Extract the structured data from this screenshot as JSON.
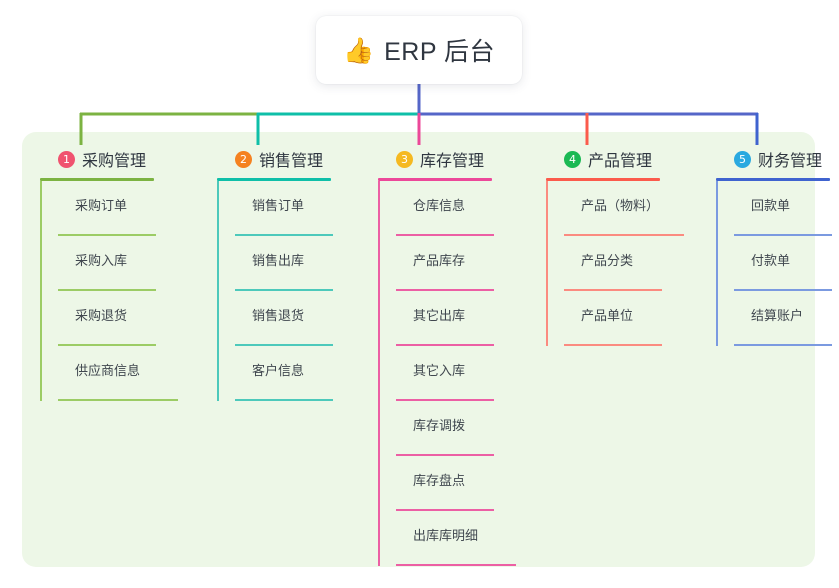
{
  "root": {
    "icon": "thumbs-up-icon",
    "emoji": "👍",
    "title": "ERP 后台"
  },
  "theme": {
    "page_background": "#ffffff",
    "panel_background": "#edf7e7",
    "card_background": "#ffffff",
    "title_text": "#2f3640",
    "item_text": "#40474f",
    "trunk_color": "#5566c8"
  },
  "columns": [
    {
      "number": "1",
      "title": "采购管理",
      "badge_color": "#f0536f",
      "line_color": "#7cb342",
      "item_line_color": "#9ccc65",
      "stub_color": "#7cb342",
      "items": [
        {
          "label": "采购订单"
        },
        {
          "label": "采购入库"
        },
        {
          "label": "采购退货"
        },
        {
          "label": "供应商信息"
        }
      ]
    },
    {
      "number": "2",
      "title": "销售管理",
      "badge_color": "#f58220",
      "line_color": "#0fbfa8",
      "item_line_color": "#4dc9bb",
      "stub_color": "#0fbfa8",
      "items": [
        {
          "label": "销售订单"
        },
        {
          "label": "销售出库"
        },
        {
          "label": "销售退货"
        },
        {
          "label": "客户信息"
        }
      ]
    },
    {
      "number": "3",
      "title": "库存管理",
      "badge_color": "#f5b921",
      "line_color": "#ec4899",
      "item_line_color": "#ec5fa4",
      "stub_color": "#ec4899",
      "items": [
        {
          "label": "仓库信息"
        },
        {
          "label": "产品库存"
        },
        {
          "label": "其它出库"
        },
        {
          "label": "其它入库"
        },
        {
          "label": "库存调拨"
        },
        {
          "label": "库存盘点"
        },
        {
          "label": "出库库明细"
        }
      ]
    },
    {
      "number": "4",
      "title": "产品管理",
      "badge_color": "#1bb954",
      "line_color": "#fb5b4c",
      "item_line_color": "#fb8b80",
      "stub_color": "#fb5b4c",
      "items": [
        {
          "label": "产品（物料）"
        },
        {
          "label": "产品分类"
        },
        {
          "label": "产品单位"
        }
      ]
    },
    {
      "number": "5",
      "title": "财务管理",
      "badge_color": "#2aa9e0",
      "line_color": "#3f63cf",
      "item_line_color": "#7b9ae0",
      "stub_color": "#3f63cf",
      "items": [
        {
          "label": "回款单"
        },
        {
          "label": "付款单"
        },
        {
          "label": "结算账户"
        }
      ]
    }
  ],
  "connector": {
    "segments": [
      {
        "name": "green-segment",
        "color": "#7cb342"
      },
      {
        "name": "teal-segment",
        "color": "#0fbfa8"
      },
      {
        "name": "blue-segment",
        "color": "#5566c8"
      }
    ]
  }
}
